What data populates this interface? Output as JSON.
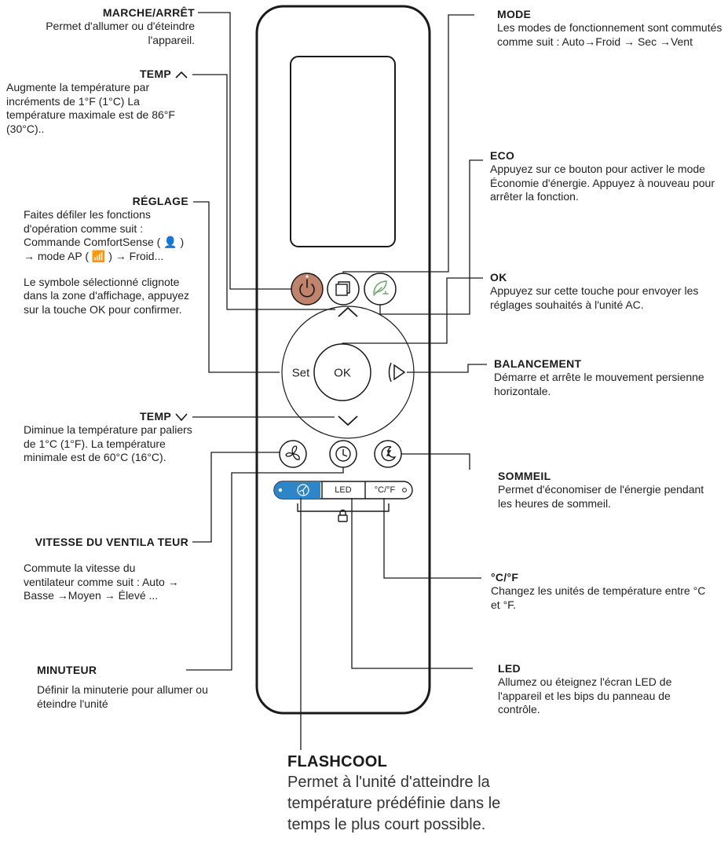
{
  "annotations": {
    "marche": {
      "title": "MARCHE/ARRÊT",
      "desc": "Permet d'allumer ou d'éteindre l'appareil."
    },
    "temp_up": {
      "title": "TEMP",
      "desc": "Augmente la température par incréments de 1°F (1°C) La température maximale est de 86°F (30°C).."
    },
    "reglage": {
      "title": "RÉGLAGE",
      "desc1": "Faites défiler les fonctions d'opération comme suit : Commande ComfortSense ( 👤 ) → mode AP ( 📶 ) → Froid...",
      "desc2": "Le symbole sélectionné clignote dans la zone d'affichage, appuyez sur la touche OK pour confirmer."
    },
    "temp_down": {
      "title": "TEMP",
      "desc": "Diminue la température par paliers de 1°C (1°F). La température minimale est de 60°C (16°C)."
    },
    "vitesse": {
      "title": "VITESSE DU VENTILA TEUR",
      "desc": "Commute la vitesse du ventilateur comme suit : Auto → Basse →Moyen → Élevé ..."
    },
    "minuteur": {
      "title": "MINUTEUR",
      "desc": "Définir la minuterie pour allumer ou éteindre l'unité"
    },
    "mode": {
      "title": "MODE",
      "desc": "Les modes de fonctionnement sont commutés comme suit : Auto→Froid → Sec →Vent"
    },
    "eco": {
      "title": "ECO",
      "desc": "Appuyez sur ce bouton pour activer le mode Économie d'énergie. Appuyez à nouveau pour arrêter la fonction."
    },
    "ok": {
      "title": "OK",
      "desc": "Appuyez sur cette touche pour envoyer les réglages souhaités à l'unité AC."
    },
    "balancement": {
      "title": "BALANCEMENT",
      "desc": "Démarre et arrête le mouvement persienne horizontale."
    },
    "sommeil": {
      "title": "SOMMEIL",
      "desc": "Permet d'économiser de l'énergie pendant les heures de sommeil."
    },
    "unites": {
      "title": "°C/°F",
      "desc": "Changez les unités de température entre °C et °F."
    },
    "led": {
      "title": "LED",
      "desc": "Allumez ou éteignez l'écran LED de l'appareil et les bips du panneau de contrôle."
    },
    "flashcool": {
      "title": "FLASHCOOL",
      "desc": "Permet à l'unité d'atteindre la température prédéfinie dans le temps le plus court possible."
    }
  },
  "remote": {
    "set_label": "Set",
    "ok_label": "OK",
    "led_label": "LED",
    "unit_label": "°C/°F"
  },
  "colors": {
    "power": "#c0836c",
    "flashcool": "#2e86c8",
    "eco_icon": "#6fa86b",
    "line": "#1a1a1a"
  },
  "icons": [
    "power-icon",
    "mode-icon",
    "eco-icon",
    "chevron-up-icon",
    "chevron-down-icon",
    "swing-icon",
    "fan-icon",
    "timer-icon",
    "sleep-icon",
    "flashcool-icon",
    "lock-icon"
  ]
}
